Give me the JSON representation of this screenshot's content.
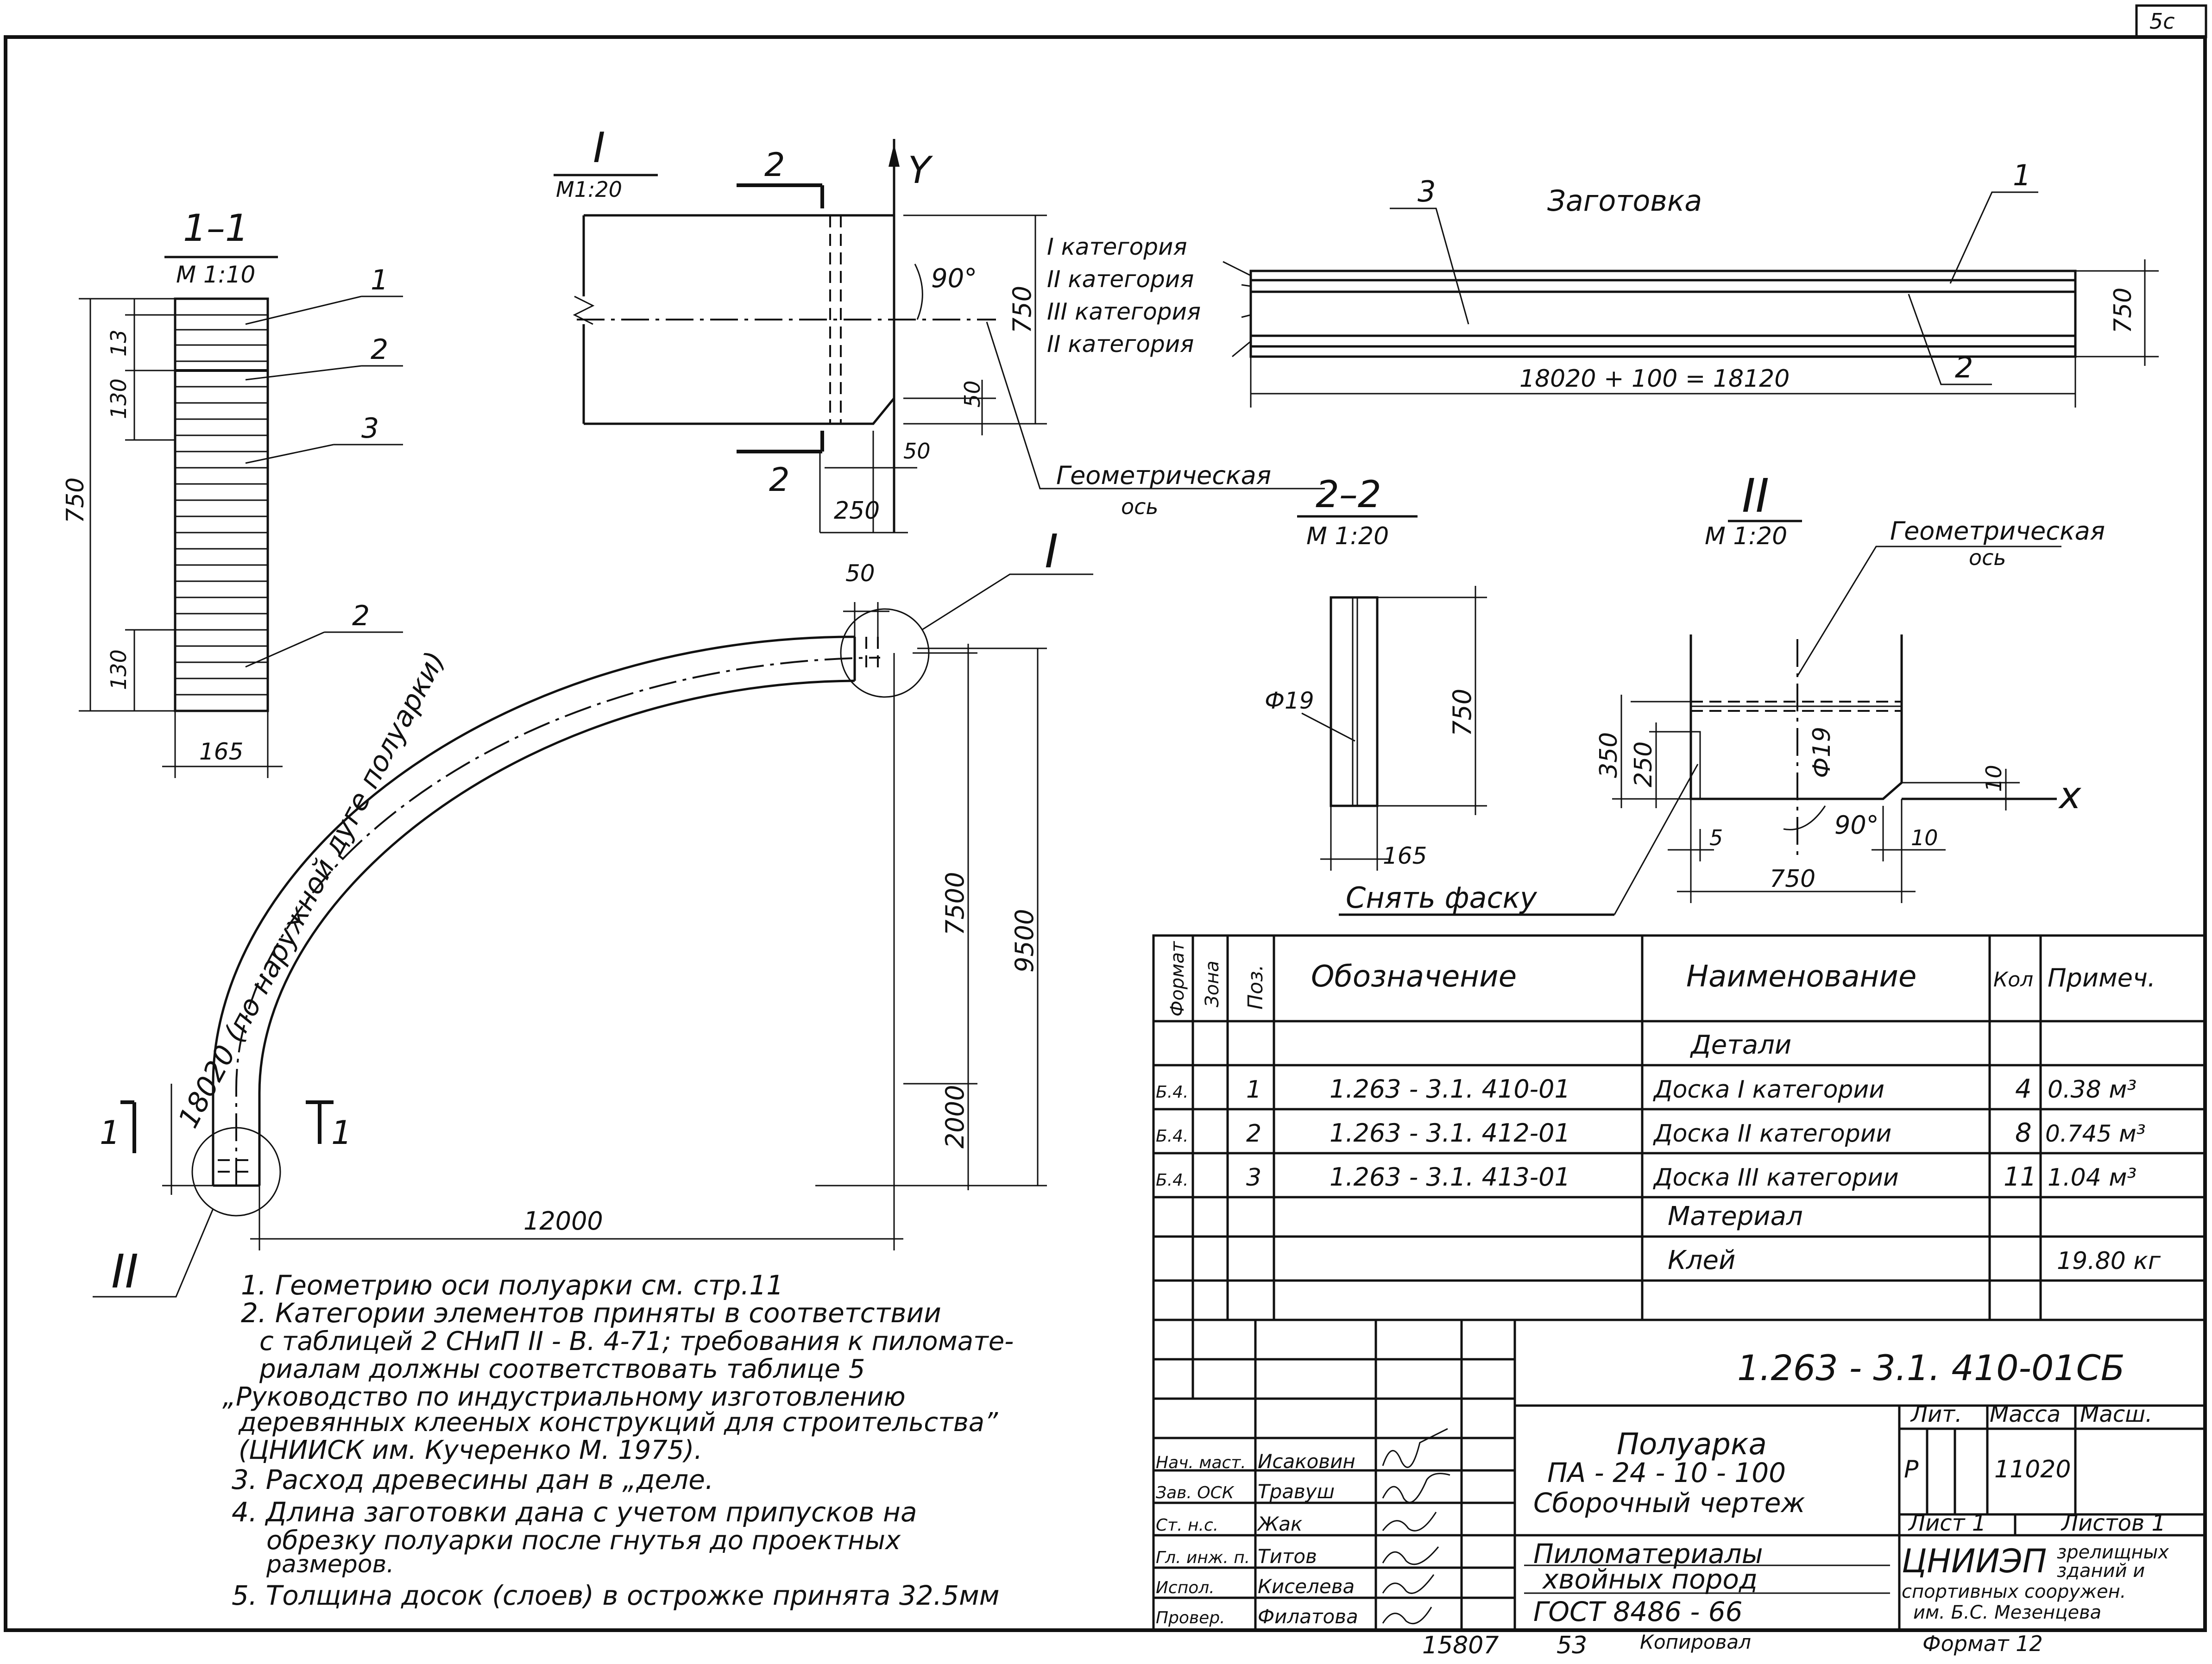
{
  "sheet": {
    "page_number": "5c",
    "bottom_strip": {
      "number": "15807",
      "sheet_seq": "53",
      "copied": "Копировал",
      "format": "Формат 12"
    }
  },
  "section_1_1": {
    "title": "1–1",
    "scale": "М 1:10",
    "dims": {
      "total_height": "750",
      "top_a": "13",
      "top_b": "130",
      "bottom": "130",
      "width": "165"
    },
    "leaders": [
      "1",
      "2",
      "3",
      "2"
    ]
  },
  "view_I": {
    "title": "I",
    "scale": "М1:20",
    "cut_label": "2",
    "axis_y": "Y",
    "angle": "90°",
    "dims": {
      "height": "750",
      "chamfer_a": "50",
      "chamfer_b": "50",
      "width": "250"
    },
    "geometric_axis": "Геометрическая ось"
  },
  "blank": {
    "title": "Заготовка",
    "categories": [
      "I категория",
      "II категория",
      "III категория",
      "II категория"
    ],
    "dims": {
      "length": "18020 + 100 = 18120",
      "height": "750"
    },
    "leaders": [
      "3",
      "1",
      "2"
    ]
  },
  "section_2_2": {
    "title": "2–2",
    "scale": "М 1:20",
    "dims": {
      "hole": "Ф19",
      "height": "750",
      "width": "165"
    },
    "note": "Снять фаску"
  },
  "view_II": {
    "title": "II",
    "scale": "М 1:20",
    "geometric_axis": "Геометрическая ось",
    "axis_x": "x",
    "angle": "90°",
    "dims": {
      "h1": "350",
      "h2": "250",
      "hole": "Ф19",
      "chamfer_a": "10",
      "chamfer_b": "10",
      "left": "5",
      "width": "750"
    }
  },
  "arch": {
    "arc_label": "18020 (по наружной дуге полуарки)",
    "dims": {
      "top_cap": "50",
      "rise": "7500",
      "total": "9500",
      "base": "2000",
      "span": "12000"
    },
    "callouts": {
      "top": "I",
      "bottom": "II",
      "section": "1"
    }
  },
  "spec_table": {
    "headers": [
      "Формат",
      "Зона",
      "Поз.",
      "Обозначение",
      "Наименование",
      "Кол",
      "Примеч."
    ],
    "rows": [
      {
        "format": "",
        "pos": "",
        "designation": "",
        "name": "Детали",
        "qty": "",
        "note": ""
      },
      {
        "format": "Б.4.",
        "pos": "1",
        "designation": "1.263 - 3.1.  410-01",
        "name": "Доска I категории",
        "qty": "4",
        "note": "0.38 м³"
      },
      {
        "format": "Б.4.",
        "pos": "2",
        "designation": "1.263 - 3.1.  412-01",
        "name": "Доска II категории",
        "qty": "8",
        "note": "0.745 м³"
      },
      {
        "format": "Б.4.",
        "pos": "3",
        "designation": "1.263 - 3.1.  413-01",
        "name": "Доска III категории",
        "qty": "11",
        "note": "1.04 м³"
      },
      {
        "format": "",
        "pos": "",
        "designation": "",
        "name": "Материал",
        "qty": "",
        "note": ""
      },
      {
        "format": "",
        "pos": "",
        "designation": "",
        "name": "Клей",
        "qty": "",
        "note": "19.80 кг"
      },
      {
        "format": "",
        "pos": "",
        "designation": "",
        "name": "",
        "qty": "",
        "note": ""
      }
    ]
  },
  "title_block": {
    "doc_code": "1.263 - 3.1. 410-01СБ",
    "title_lines": [
      "Полуарка",
      "ПА - 24 - 10 - 100",
      "Сборочный чертеж"
    ],
    "material_lines": [
      "Пиломатериалы",
      "хвойных пород",
      "ГОСТ 8486 - 66"
    ],
    "lit_header": "Лит.",
    "mass_header": "Масса",
    "scale_header": "Масш.",
    "lit_value": "Р",
    "mass_value": "11020",
    "sheet": "Лист 1",
    "sheets": "Листов 1",
    "org_short": "ЦНИИЭП",
    "org_lines": [
      "зрелищных",
      "зданий и",
      "спортивных сооружен.",
      "им. Б.С. Мезенцева"
    ],
    "staff": [
      {
        "role": "Нач. маст.",
        "name": "Исаковин"
      },
      {
        "role": "Зав. ОСК",
        "name": "Травуш"
      },
      {
        "role": "Ст. н.с.",
        "name": "Жак"
      },
      {
        "role": "Гл. инж. п.",
        "name": "Титов"
      },
      {
        "role": "Испол.",
        "name": "Киселева"
      },
      {
        "role": "Провер.",
        "name": "Филатова"
      }
    ]
  },
  "notes": [
    "1. Геометрию оси полуарки см. стр.11",
    "2. Категории элементов приняты в соответствии",
    "с таблицей 2 СНиП II - В. 4-71; требования к пиломате-",
    "риалам должны соответствовать таблице 5",
    "„Руководство по индустриальному изготовлению",
    "деревянных клееных конструкций для строительства”",
    "(ЦНИИСК им. Кучеренко М. 1975).",
    "3. Расход древесины дан в „деле.",
    "4. Длина заготовки дана с учетом припусков на",
    "обрезку полуарки после гнутья до проектных",
    "размеров.",
    "5. Толщина досок (слоев) в острожке принята 32.5мм"
  ]
}
